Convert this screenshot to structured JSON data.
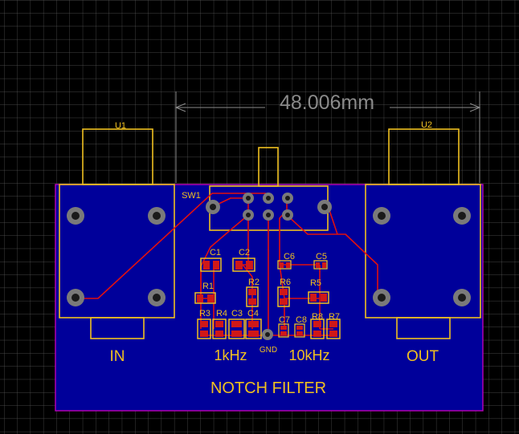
{
  "dimension": {
    "label": "48.006mm"
  },
  "components": {
    "u1": "U1",
    "u2": "U2",
    "sw1": "SW1",
    "c1": "C1",
    "c2": "C2",
    "c3": "C3",
    "c4": "C4",
    "c5": "C5",
    "c6": "C6",
    "c7": "C7",
    "c8": "C8",
    "r1": "R1",
    "r2": "R2",
    "r3": "R3",
    "r4": "R4",
    "r5": "R5",
    "r6": "R6",
    "r7": "R7",
    "r8": "R8"
  },
  "silkscreen": {
    "in": "IN",
    "out": "OUT",
    "khz1": "1kHz",
    "khz10": "10kHz",
    "gnd": "GND",
    "title": "NOTCH FILTER"
  },
  "colors": {
    "background": "#000000",
    "grid": "#5a5a5a",
    "board": "#00009a",
    "board_outline": "#b000b0",
    "silk": "#f0c020",
    "pad": "#d01818",
    "trace": "#e01010",
    "hole": "#7a7a7a",
    "dimension": "#8a8a8a"
  }
}
